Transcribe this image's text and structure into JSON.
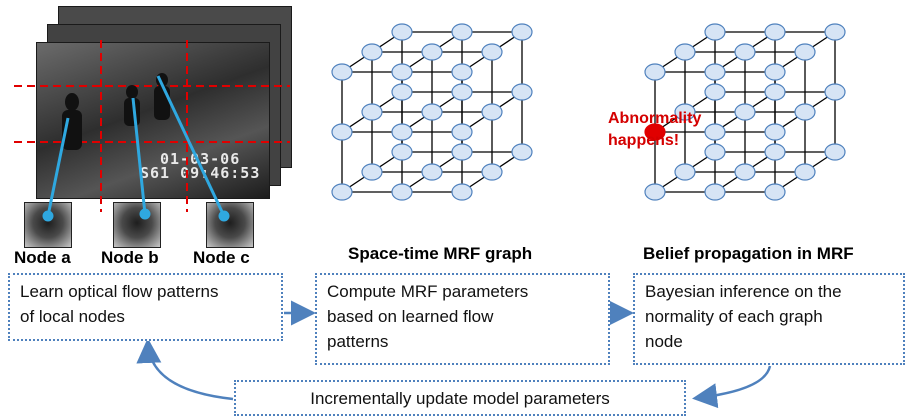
{
  "nodes": {
    "a": "Node a",
    "b": "Node b",
    "c": "Node c"
  },
  "video": {
    "timestamp_line1": "01-03-06",
    "timestamp_line2": "S61  09:46:53"
  },
  "titles": {
    "mrf_graph": "Space-time MRF graph",
    "belief_prop": "Belief propagation in MRF"
  },
  "annotation": {
    "line1": "Abnormality",
    "line2": "happens!"
  },
  "steps": {
    "learn_line1": "Learn optical flow patterns",
    "learn_line2": "of local nodes",
    "compute_line1": "Compute MRF parameters",
    "compute_line2": "based on learned flow",
    "compute_line3": "patterns",
    "infer_line1": "Bayesian inference on the",
    "infer_line2": "normality of each graph",
    "infer_line3": "node",
    "update": "Incrementally update model parameters"
  },
  "colors": {
    "node_fill": "#d6e4f5",
    "node_stroke": "#4f81bd",
    "abnormal_node": "#e00000",
    "grid_line": "#e00000",
    "pointer": "#2fa8e0",
    "flow_arrow": "#4f81bd"
  }
}
